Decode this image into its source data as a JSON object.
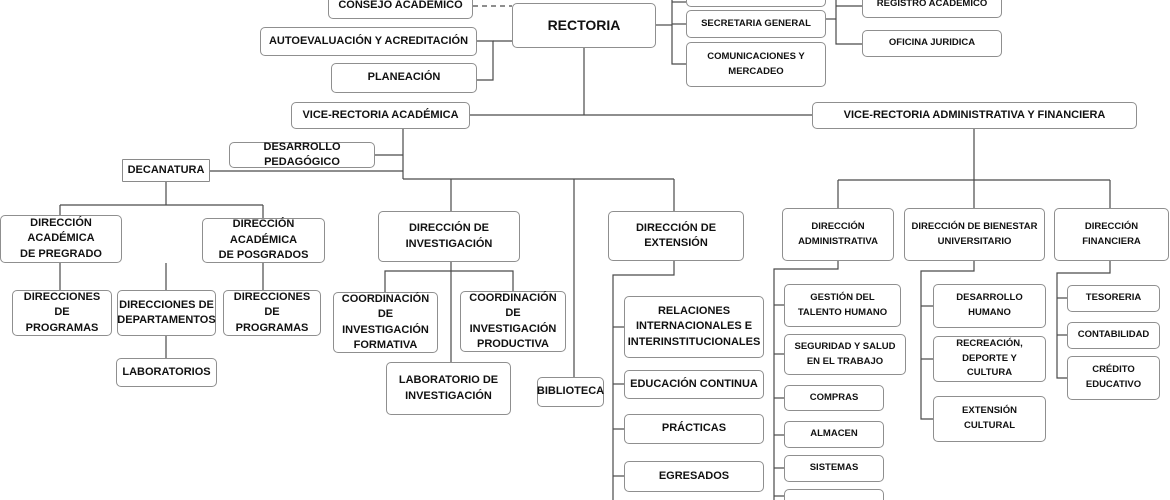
{
  "top": {
    "rectoria": "RECTORIA",
    "consejo": "CONSEJO ACADÉMICO",
    "autoevaluacion": "AUTOEVALUACIÓN Y ACREDITACIÓN",
    "planeacion": "PLANEACIÓN",
    "secretaria": "SECRETARIA GENERAL",
    "comunicaciones": "COMUNICACIONES Y\nMERCADEO",
    "registro": "REGISTRO ACADÉMICO",
    "oficina": "OFICINA JURIDICA"
  },
  "academic": {
    "vice": "VICE-RECTORIA ACADÉMICA",
    "desarrollo": "DESARROLLO PEDAGÓGICO",
    "decanatura": "DECANATURA",
    "pregrado": "DIRECCIÓN ACADÉMICA\nDE PREGRADO",
    "posgrado": "DIRECCIÓN ACADÉMICA\nDE POSGRADOS",
    "programas1": "DIRECCIONES DE\nPROGRAMAS",
    "departamentos": "DIRECCIONES DE\nDEPARTAMENTOS",
    "programas2": "DIRECCIONES DE\nPROGRAMAS",
    "laboratorios": "LABORATORIOS",
    "investigacion": "DIRECCIÓN DE\nINVESTIGACIÓN",
    "coord_formativa": "COORDINACIÓN DE\nINVESTIGACIÓN\nFORMATIVA",
    "coord_productiva": "COORDINACIÓN DE\nINVESTIGACIÓN\nPRODUCTIVA",
    "laboratorio_inv": "LABORATORIO DE\nINVESTIGACIÓN",
    "biblioteca": "BIBLIOTECA",
    "extension": "DIRECCIÓN DE\nEXTENSIÓN",
    "relaciones": "RELACIONES\nINTERNACIONALES E\nINTERINSTITUCIONALES",
    "educacion": "EDUCACIÓN CONTINUA",
    "practicas": "PRÁCTICAS",
    "egresados": "EGRESADOS"
  },
  "admin": {
    "vice": "VICE-RECTORIA ADMINISTRATIVA Y FINANCIERA",
    "dir_admin": "DIRECCIÓN\nADMINISTRATIVA",
    "bienestar": "DIRECCIÓN DE BIENESTAR\nUNIVERSITARIO",
    "financiera": "DIRECCIÓN\nFINANCIERA",
    "talento": "GESTIÓN DEL\nTALENTO HUMANO",
    "seguridad": "SEGURIDAD Y SALUD\nEN EL TRABAJO",
    "compras": "COMPRAS",
    "almacen": "ALMACEN",
    "sistemas": "SISTEMAS",
    "desarrollo_humano": "DESARROLLO\nHUMANO",
    "recreacion": "RECREACIÓN,\nDEPORTE Y CULTURA",
    "extension_cultural": "EXTENSIÓN\nCULTURAL",
    "tesoreria": "TESORERIA",
    "contabilidad": "CONTABILIDAD",
    "credito": "CRÉDITO\nEDUCATIVO"
  }
}
